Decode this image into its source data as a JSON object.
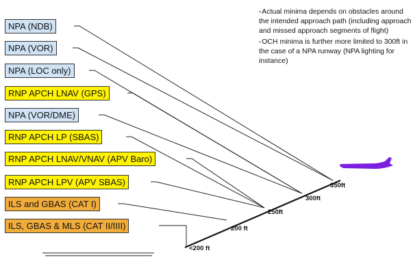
{
  "colors": {
    "npa": "#cfe3f5",
    "rnp": "#fff300",
    "ils": "#f2ac3a",
    "plane": "#7b1fe0",
    "bullet": "#46a646"
  },
  "approaches": [
    {
      "label": "NPA (NDB)",
      "type": "npa",
      "minima": "350ft"
    },
    {
      "label": "NPA (VOR)",
      "type": "npa",
      "minima": "350ft"
    },
    {
      "label": "NPA (LOC only)",
      "type": "npa",
      "minima": "300ft"
    },
    {
      "label": "RNP APCH LNAV (GPS)",
      "type": "rnp",
      "minima": "300ft"
    },
    {
      "label": "NPA (VOR/DME)",
      "type": "npa",
      "minima": "300ft"
    },
    {
      "label": "RNP APCH LP (SBAS)",
      "type": "rnp",
      "minima": "250ft"
    },
    {
      "label": "RNP APCH LNAV/VNAV (APV Baro)",
      "type": "rnp",
      "minima": "250ft"
    },
    {
      "label": "RNP APCH LPV (APV SBAS)",
      "type": "rnp",
      "minima": "250ft"
    },
    {
      "label": "ILS and GBAS (CAT I)",
      "type": "ils",
      "minima": "200 ft"
    },
    {
      "label": "ILS, GBAS & MLS (CAT II/IIII)",
      "type": "ils",
      "minima": "<200 ft"
    }
  ],
  "altitudes": [
    "350ft",
    "300ft",
    "250ft",
    "200 ft",
    "<200 ft"
  ],
  "notes": [
    "Actual minima depends on obstacles around the intended approach path (including approach and missed approach segments of flight)",
    "OCH minima is further more limited to 300ft in the case of a NPA runway (NPA lighting for instance)"
  ],
  "icons": {
    "aircraft": "aircraft-icon"
  }
}
